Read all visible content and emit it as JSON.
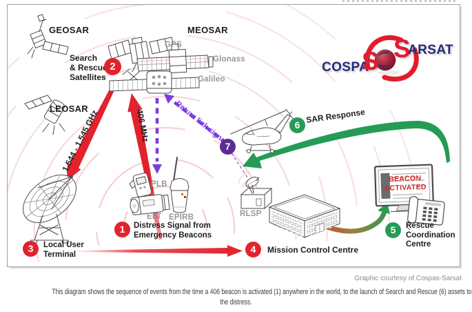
{
  "colors": {
    "red": "#e2222d",
    "green": "#259b56",
    "purple_circle": "#5c2d91",
    "violet": "#7a3be2",
    "pink_wave": "#f1c2c7",
    "navy": "#252a7a",
    "logo_red": "#e31b2d",
    "gray_label": "#96979a",
    "ink": "#1d1d1f",
    "beacon_alert_red": "#d42a2a"
  },
  "logo": {
    "cospa": "COSPA",
    "s_left": "S",
    "s_right": "S",
    "arsat": "ARSAT"
  },
  "satellites": {
    "geosar": "GEOSAR",
    "leosar": "LEOSAR",
    "meosar": "MEOSAR",
    "gps": "GPS",
    "glonass": "Glonass",
    "galileo": "Galileo"
  },
  "signals": {
    "uplink_freq": "406 MHz",
    "downlink_freq": "1.544 - 1.545 GHz",
    "return_link": "Return link signal"
  },
  "beacons": {
    "plb": "PLB",
    "elt": "ELT",
    "epirb": "EPIRB"
  },
  "ground": {
    "rlsp": "RLSP"
  },
  "monitor": {
    "line1": "BEACON",
    "line2": "ACTIVATED"
  },
  "steps": {
    "s1": {
      "num": "1",
      "line1": "Distress Signal from",
      "line2": "Emergency Beacons"
    },
    "s2": {
      "num": "2",
      "line1": "Search",
      "line2": "& Rescue",
      "line3": "Satellites"
    },
    "s3": {
      "num": "3",
      "line1": "Local User",
      "line2": "Terminal"
    },
    "s4": {
      "num": "4",
      "line1": "Mission Control Centre"
    },
    "s5": {
      "num": "5",
      "line1": "Rescue",
      "line2": "Coordination",
      "line3": "Centre"
    },
    "s6": {
      "num": "6",
      "line1": "SAR Response"
    },
    "s7": {
      "num": "7"
    }
  },
  "footer": {
    "credit": "Graphic courtesy of Cospas-Sarsat",
    "caption_line1": "This diagram shows the sequence of events from the time a 406 beacon is activated (1) anywhere in the world, to the launch of Search and Rescue (6) assets to the location of",
    "caption_line2": "the distress."
  }
}
